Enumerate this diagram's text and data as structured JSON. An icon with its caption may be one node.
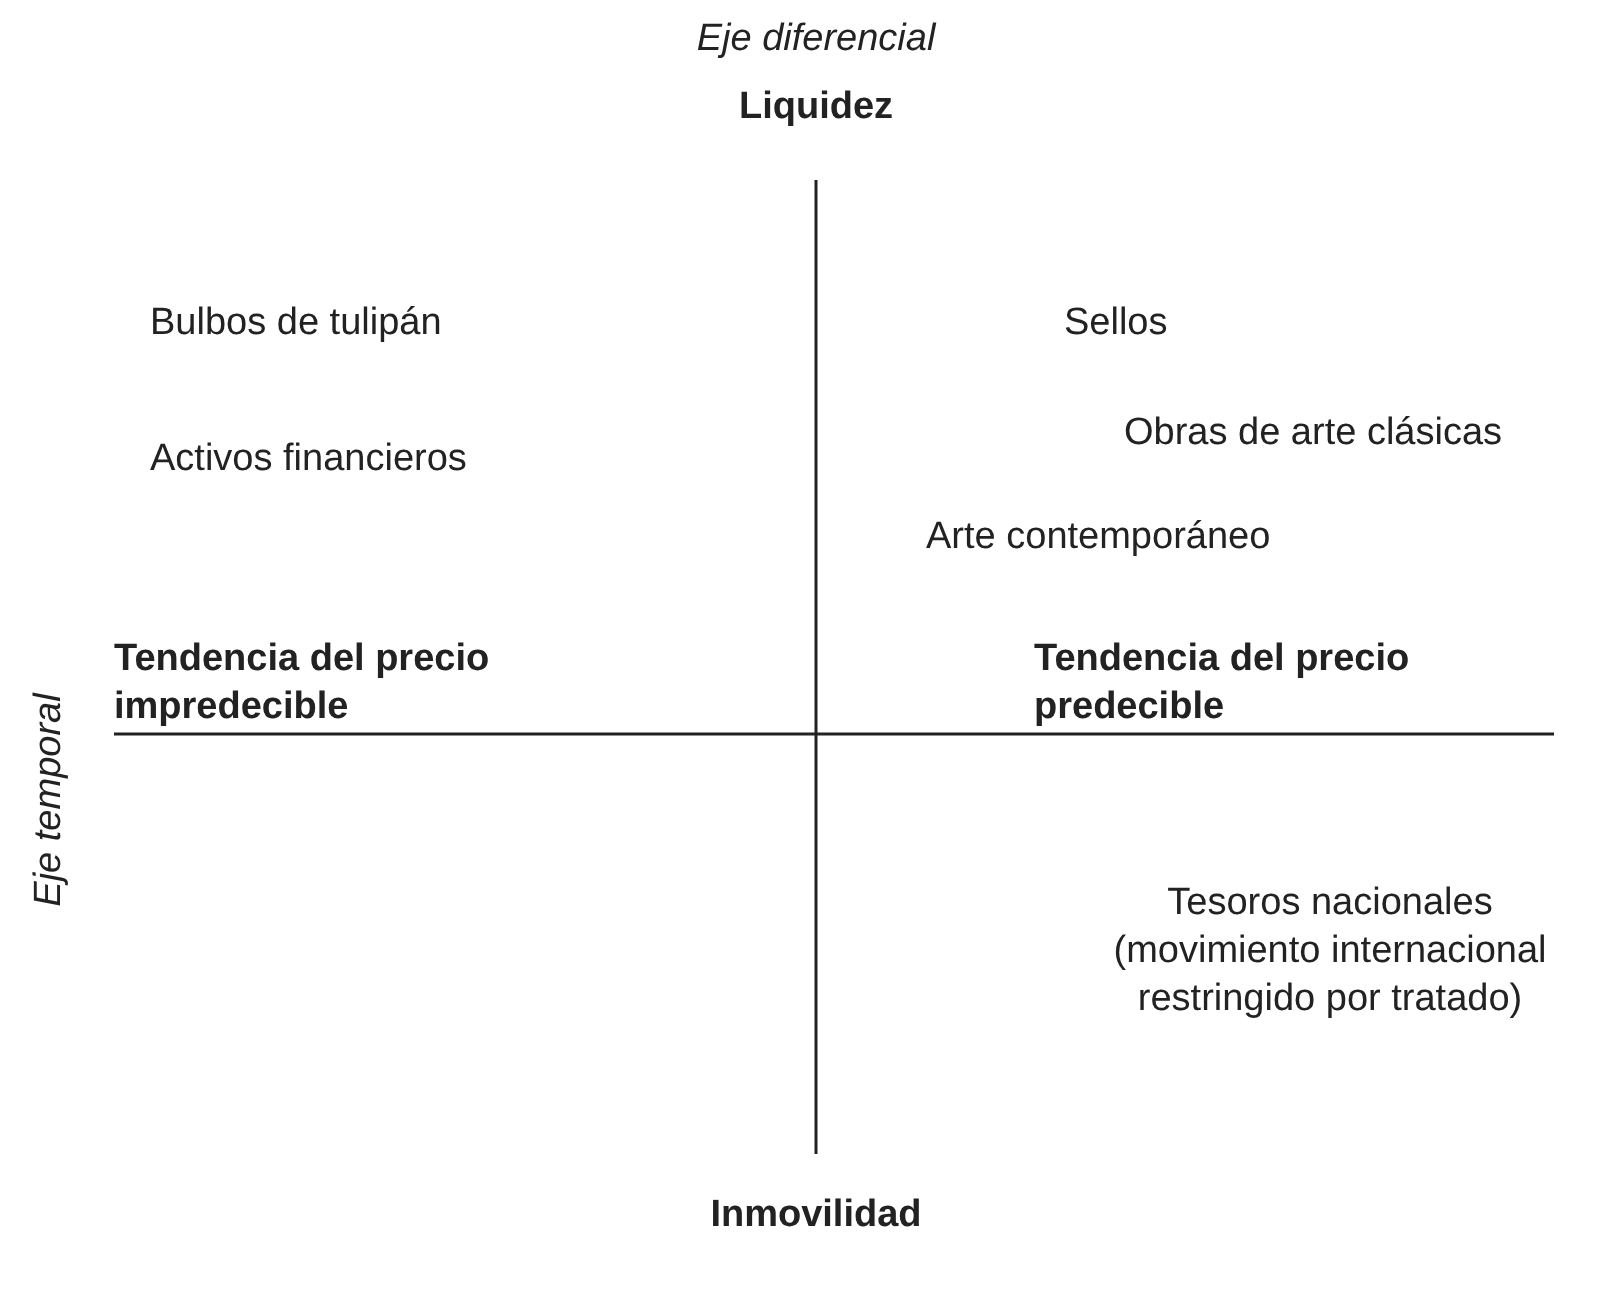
{
  "diagram": {
    "labels": [
      "Eje diferencial",
      "Liquidez",
      "Bulbos de tulipán",
      "Sellos",
      "Obras de arte clásicas",
      "Activos financieros",
      "Arte contemporáneo",
      "Eje temporal",
      "Tendencia del precio impredecible",
      "Tendencia del precio predecible",
      "Tesoros nacionales (movimiento internacional restringido por tratado)",
      "Inmovilidad"
    ]
  }
}
